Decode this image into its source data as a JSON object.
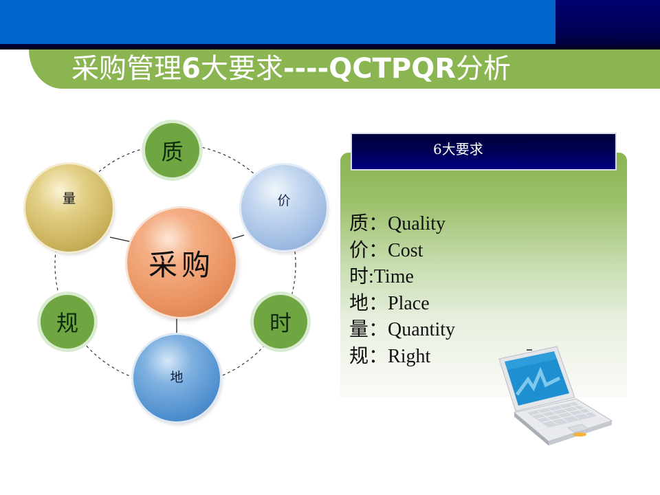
{
  "header": {
    "title_cn_1": "采购管理",
    "title_bold_num": "6",
    "title_cn_2": "大要求",
    "title_bold_latin": "----QCTPQR",
    "title_cn_3": "分析",
    "colors": {
      "top_blue": "#0066cc",
      "top_navy": "#000066",
      "banner_green": "#8ab551"
    }
  },
  "diagram": {
    "center": {
      "label": "采购",
      "color": "#e9925f"
    },
    "nodes": [
      {
        "id": "quality",
        "label": "质",
        "color": "#6fa642"
      },
      {
        "id": "cost",
        "label": "价",
        "color": "#9fbbe2"
      },
      {
        "id": "time",
        "label": "时",
        "color": "#6fa642"
      },
      {
        "id": "place",
        "label": "地",
        "color": "#4f8fcf"
      },
      {
        "id": "rule",
        "label": "规",
        "color": "#6fa642"
      },
      {
        "id": "quantity",
        "label": "量",
        "color": "#c9b15a"
      }
    ]
  },
  "panel": {
    "header": "6大要求",
    "items": [
      {
        "cn": "质",
        "sep": "：",
        "en": "Quality"
      },
      {
        "cn": "价",
        "sep": "：",
        "en": "Cost"
      },
      {
        "cn": "时",
        "sep": ":",
        "en": "Time"
      },
      {
        "cn": "地",
        "sep": "：",
        "en": "Place"
      },
      {
        "cn": "量",
        "sep": "：",
        "en": "Quantity"
      },
      {
        "cn": "规",
        "sep": "：",
        "en": "Right"
      }
    ]
  },
  "icons": {
    "laptop": "laptop-icon"
  }
}
